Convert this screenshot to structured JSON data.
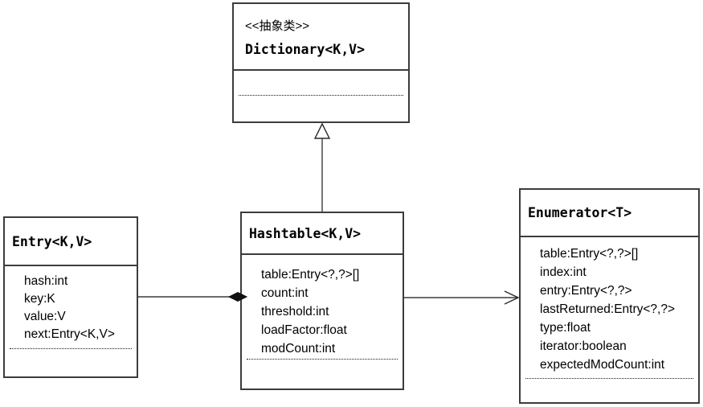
{
  "diagram": {
    "type": "uml-class-diagram",
    "colors": {
      "line": "#3c3c3c",
      "background": "#ffffff",
      "text": "#000000"
    },
    "classes": [
      {
        "id": "dictionary",
        "stereotype": "<<抽象类>>",
        "name": "Dictionary<K,V>",
        "attributes": []
      },
      {
        "id": "entry",
        "name": "Entry<K,V>",
        "attributes": [
          "hash:int",
          "key:K",
          "value:V",
          "next:Entry<K,V>"
        ]
      },
      {
        "id": "hashtable",
        "name": "Hashtable<K,V>",
        "attributes": [
          "table:Entry<?,?>[]",
          "count:int",
          "threshold:int",
          "loadFactor:float",
          "modCount:int"
        ]
      },
      {
        "id": "enumerator",
        "name": "Enumerator<T>",
        "attributes": [
          "table:Entry<?,?>[]",
          "index:int",
          "entry:Entry<?,?>",
          "lastReturned:Entry<?,?>",
          "type:float",
          "iterator:boolean",
          "expectedModCount:int"
        ]
      }
    ],
    "relationships": [
      {
        "type": "generalization",
        "from": "Hashtable<K,V>",
        "to": "Dictionary<K,V>",
        "marker": "hollow-triangle"
      },
      {
        "type": "composition",
        "from": "Entry<K,V>",
        "to": "Hashtable<K,V>",
        "marker": "filled-diamond"
      },
      {
        "type": "directed-association",
        "from": "Hashtable<K,V>",
        "to": "Enumerator<T>",
        "marker": "open-arrow"
      }
    ]
  }
}
